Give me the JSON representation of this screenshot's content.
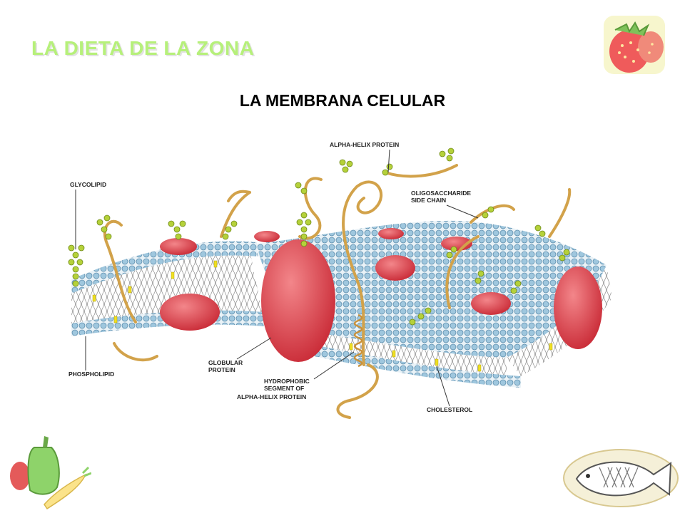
{
  "header": {
    "title": "LA DIETA DE LA ZONA",
    "subtitle": "LA MEMBRANA CELULAR"
  },
  "diagram": {
    "labels": {
      "glycolipid": "GLYCOLIPID",
      "alpha_helix_protein": "ALPHA-HELIX PROTEIN",
      "oligosaccharide_line1": "OLIGOSACCHARIDE",
      "oligosaccharide_line2": "SIDE CHAIN",
      "phospholipid": "PHOSPHOLIPID",
      "globular_line1": "GLOBULAR",
      "globular_line2": "PROTEIN",
      "hydrophobic_line1": "HYDROPHOBIC",
      "hydrophobic_line2": "SEGMENT OF",
      "hydrophobic_line3": "ALPHA-HELIX PROTEIN",
      "cholesterol": "CHOLESTEROL"
    }
  },
  "colors": {
    "title_green": "#b6f07a",
    "head_blue": "#9fc7de",
    "protein_red": "#d9343e",
    "sugar_green": "#b5d13a",
    "helix_tan": "#d2a24a",
    "cholesterol_yellow": "#f0e020"
  },
  "decorations": [
    "strawberry-icon",
    "pepper-icon",
    "fish-icon"
  ]
}
